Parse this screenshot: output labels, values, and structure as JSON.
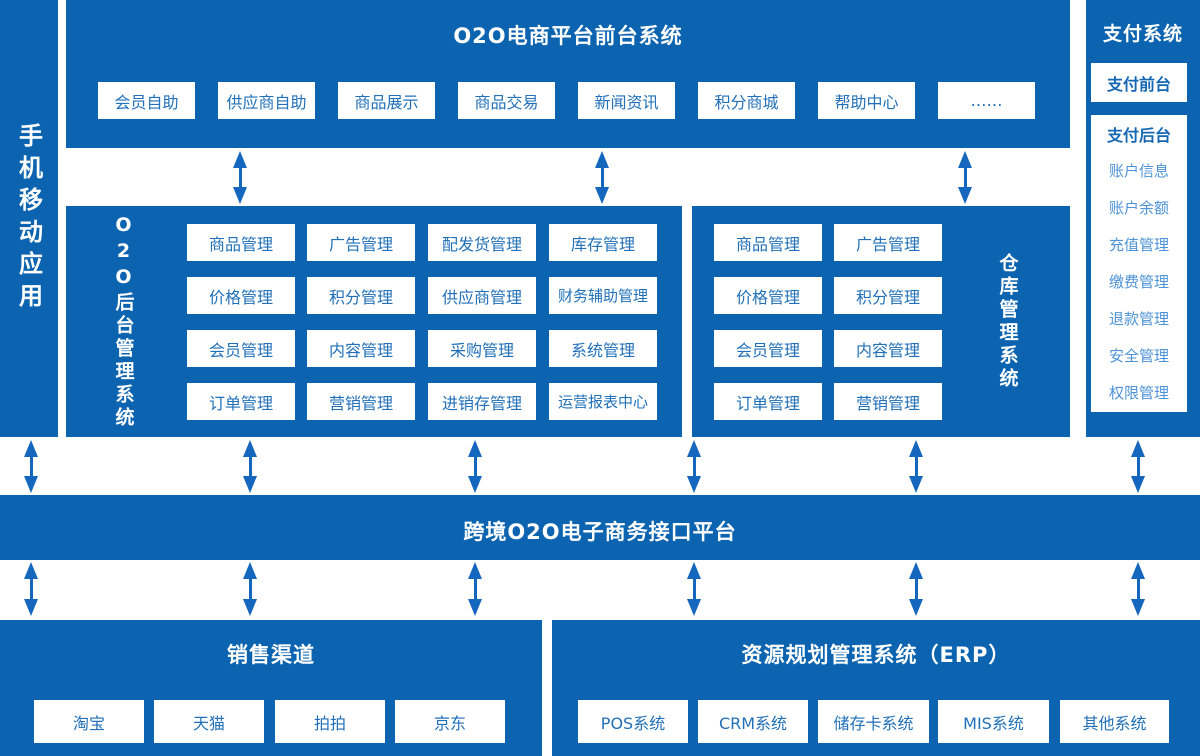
{
  "colors": {
    "primary_blue": "#0c64b0",
    "arrow_blue": "#1567be",
    "node_text_blue": "#2170b8",
    "payment_item_blue": "#4e93d6",
    "payment_header_blue": "#1567b3"
  },
  "mobile_bar": {
    "label": "手机移动应用"
  },
  "front_system": {
    "title": "O2O电商平台前台系统",
    "modules": [
      "会员自助",
      "供应商自助",
      "商品展示",
      "商品交易",
      "新闻资讯",
      "积分商城",
      "帮助中心",
      "……"
    ]
  },
  "backend_system": {
    "label": "O2O后台管理系统",
    "modules": [
      "商品管理",
      "广告管理",
      "配发货管理",
      "库存管理",
      "价格管理",
      "积分管理",
      "供应商管理",
      "财务辅助管理",
      "会员管理",
      "内容管理",
      "采购管理",
      "系统管理",
      "订单管理",
      "营销管理",
      "进销存管理",
      "运营报表中心"
    ]
  },
  "warehouse_system": {
    "label": "仓库管理系统",
    "modules": [
      "商品管理",
      "广告管理",
      "价格管理",
      "积分管理",
      "会员管理",
      "内容管理",
      "订单管理",
      "营销管理"
    ]
  },
  "payment_system": {
    "title": "支付系统",
    "front_label": "支付前台",
    "back_label": "支付后台",
    "items": [
      "账户信息",
      "账户余额",
      "充值管理",
      "缴费管理",
      "退款管理",
      "安全管理",
      "权限管理"
    ]
  },
  "interface_platform": {
    "title": "跨境O2O电子商务接口平台"
  },
  "sales_channels": {
    "title": "销售渠道",
    "channels": [
      "淘宝",
      "天猫",
      "拍拍",
      "京东"
    ]
  },
  "erp_system": {
    "title": "资源规划管理系统（ERP）",
    "modules": [
      "POS系统",
      "CRM系统",
      "储存卡系统",
      "MIS系统",
      "其他系统"
    ]
  }
}
